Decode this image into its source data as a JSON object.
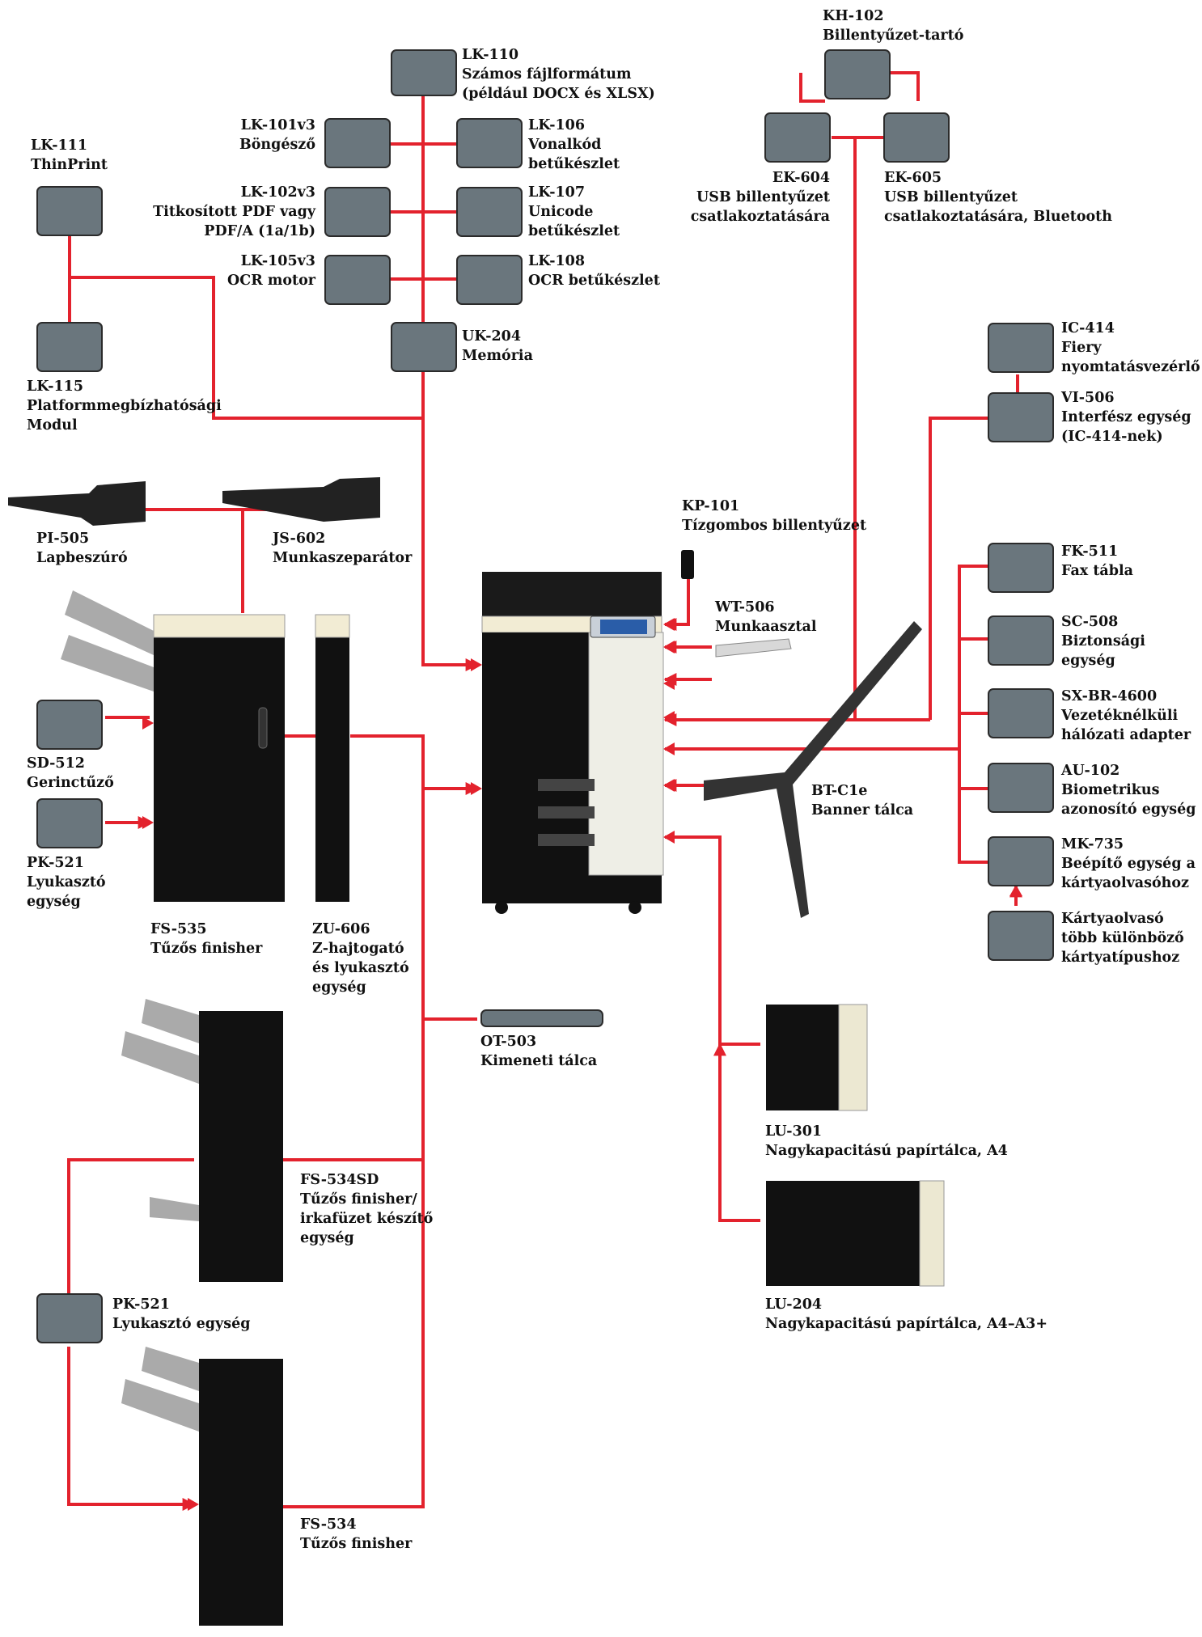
{
  "colors": {
    "connector": "#e3222d",
    "module": "#6a767d",
    "body": "#111111",
    "panel": "#f2ecd4",
    "tray": "#c0c0c0"
  },
  "labels": {
    "lk110": [
      "LK-110",
      "Számos fájlformátum",
      "(például DOCX és XLSX)"
    ],
    "lk101": [
      "LK-101v3",
      "Böngésző"
    ],
    "lk106": [
      "LK-106",
      "Vonalkód",
      "betűkészlet"
    ],
    "lk102": [
      "LK-102v3",
      "Titkosított PDF vagy",
      "PDF/A (1a/1b)"
    ],
    "lk107": [
      "LK-107",
      "Unicode",
      "betűkészlet"
    ],
    "lk105": [
      "LK-105v3",
      "OCR motor"
    ],
    "lk108": [
      "LK-108",
      "OCR betűkészlet"
    ],
    "uk204": [
      "UK-204",
      "Memória"
    ],
    "lk111": [
      "LK-111",
      "ThinPrint"
    ],
    "lk115": [
      "LK-115",
      "Platformmegbízhatósági",
      "Modul"
    ],
    "kh102": [
      "KH-102",
      "Billentyűzet-tartó"
    ],
    "ek604": [
      "EK-604",
      "USB billentyűzet",
      "csatlakoztatására"
    ],
    "ek605": [
      "EK-605",
      "USB billentyűzet",
      "csatlakoztatására, Bluetooth"
    ],
    "ic414": [
      "IC-414",
      "Fiery",
      "nyomtatásvezérlő"
    ],
    "vi506": [
      "VI-506",
      "Interfész egység",
      "(IC-414-nek)"
    ],
    "kp101": [
      "KP-101",
      "Tízgombos billentyűzet"
    ],
    "wt506": [
      "WT-506",
      "Munkaasztal"
    ],
    "pi505": [
      "PI-505",
      "Lapbeszúró"
    ],
    "js602": [
      "JS-602",
      "Munkaszeparátor"
    ],
    "fk511": [
      "FK-511",
      "Fax tábla"
    ],
    "sc508": [
      "SC-508",
      "Biztonsági",
      "egység"
    ],
    "sxbr": [
      "SX-BR-4600",
      "Vezetéknélküli",
      "hálózati adapter"
    ],
    "au102": [
      "AU-102",
      "Biometrikus",
      "azonosító egység"
    ],
    "mk735": [
      "MK-735",
      "Beépítő egység a",
      "kártyaolvasóhoz"
    ],
    "card": [
      "Kártyaolvasó",
      "több különböző",
      "kártyatípushoz"
    ],
    "btc1e": [
      "BT-C1e",
      "Banner tálca"
    ],
    "sd512": [
      "SD-512",
      "Gerinctűző"
    ],
    "pk521a": [
      "PK-521",
      "Lyukasztó",
      "egység"
    ],
    "fs535": [
      "FS-535",
      "Tűzős finisher"
    ],
    "zu606": [
      "ZU-606",
      "Z-hajtogató",
      "és lyukasztó",
      "egység"
    ],
    "ot503": [
      "OT-503",
      "Kimeneti tálca"
    ],
    "lu301": [
      "LU-301",
      "Nagykapacitású papírtálca, A4"
    ],
    "fs534sd": [
      "FS-534SD",
      "Tűzős finisher/",
      "irkafüzet készítő",
      "egység"
    ],
    "lu204": [
      "LU-204",
      "Nagykapacitású papírtálca, A4–A3+"
    ],
    "pk521b": [
      "PK-521",
      "Lyukasztó egység"
    ],
    "fs534": [
      "FS-534",
      "Tűzős finisher"
    ]
  }
}
